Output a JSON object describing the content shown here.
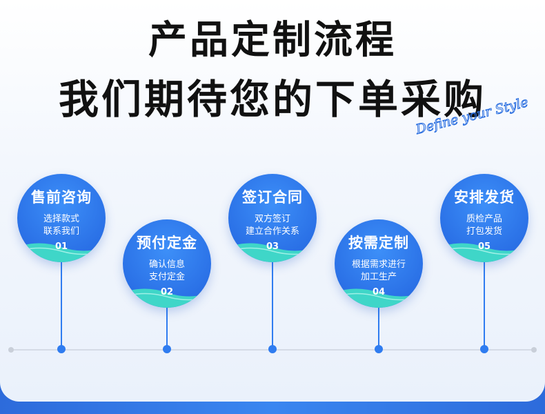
{
  "title_line1": "产品定制流程",
  "title_line2": "我们期待您的下单采购",
  "script_text": "Define your Style",
  "steps": [
    {
      "title": "售前咨询",
      "line1": "选择款式",
      "line2": "联系我们",
      "number": "01"
    },
    {
      "title": "预付定金",
      "line1": "确认信息",
      "line2": "支付定金",
      "number": "02"
    },
    {
      "title": "签订合同",
      "line1": "双方签订",
      "line2": "建立合作关系",
      "number": "03"
    },
    {
      "title": "按需定制",
      "line1": "根据需求进行",
      "line2": "加工生产",
      "number": "04"
    },
    {
      "title": "安排发货",
      "line1": "质检产品",
      "line2": "打包发货",
      "number": "05"
    }
  ],
  "colors": {
    "accent": "#2f7cf0",
    "wave": "#3fd6c8",
    "title": "#111111"
  }
}
